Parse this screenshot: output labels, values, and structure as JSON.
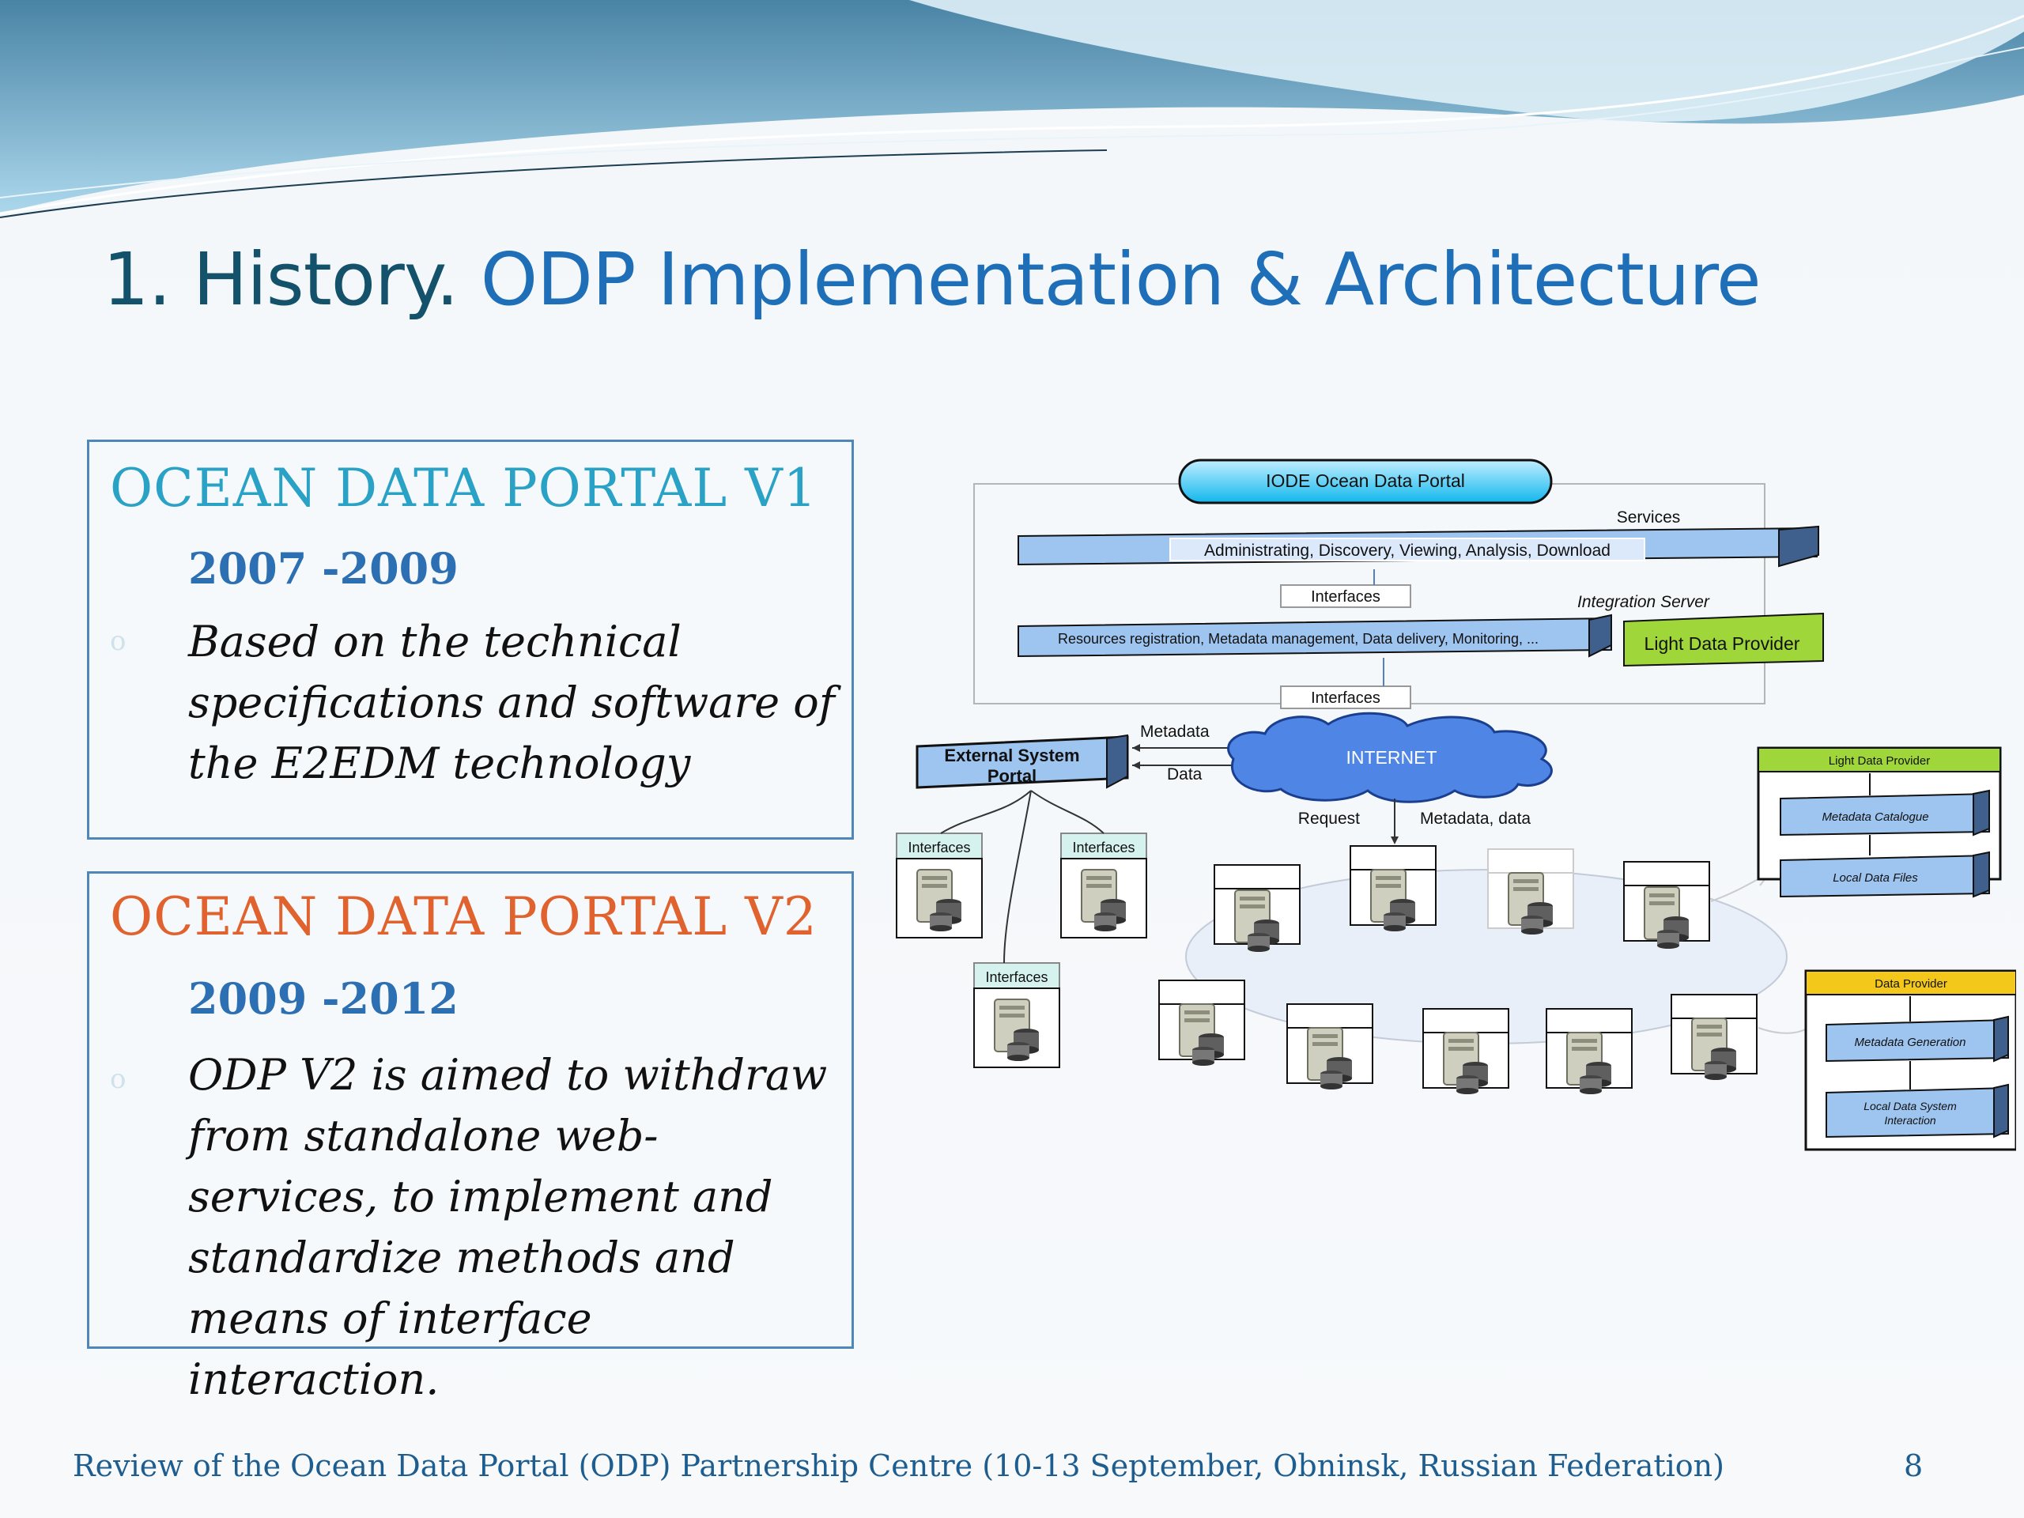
{
  "slide": {
    "title_number": "1. History.",
    "title_rest": "ODP Implementation & Architecture",
    "page_number": "8",
    "footer": "Review of the Ocean Data Portal (ODP) Partnership Centre (10-13 September, Obninsk, Russian Federation)"
  },
  "v1": {
    "title": "OCEAN DATA PORTAL V1",
    "years": "2007 -2009",
    "bullet": "o",
    "text": "Based on the technical specifications and software of the E2EDM technology"
  },
  "v2": {
    "title": "OCEAN DATA PORTAL V2",
    "years": "2009 -2012",
    "bullet": "o",
    "text": "ODP V2 is aimed to withdraw from standalone web-services, to implement and standardize methods and means of interface interaction."
  },
  "diagram": {
    "portal": "IODE Ocean Data Portal",
    "services_label": "Services",
    "services_bar": "Administrating, Discovery, Viewing, Analysis, Download",
    "interfaces": "Interfaces",
    "integration_server": "Integration Server",
    "resources_bar": "Resources registration, Metadata management, Data delivery, Monitoring, ...",
    "light_data_provider": "Light Data Provider",
    "external_system_line1": "External System",
    "external_system_line2": "Portal",
    "metadata": "Metadata",
    "data": "Data",
    "internet": "INTERNET",
    "request": "Request",
    "metadata_data": "Metadata, data",
    "ldp_box_title": "Light Data Provider",
    "metadata_catalogue": "Metadata Catalogue",
    "local_data_files": "Local Data Files",
    "dp_box_title": "Data Provider",
    "metadata_generation": "Metadata Generation",
    "local_data_system_line1": "Local Data System",
    "local_data_system_line2": "Interaction"
  },
  "colors": {
    "title_dark": "#13526a",
    "title_blue": "#1f6fb8",
    "v1_title": "#2aa2c6",
    "v2_title": "#e0622e",
    "years": "#2d6fb3",
    "box_border": "#4f87b8",
    "bar_blue": "#9ec4f0",
    "green": "#9fd63a",
    "yellow": "#f3c81b",
    "cloud": "#4f86e6"
  },
  "icons": [
    "server-icon"
  ]
}
